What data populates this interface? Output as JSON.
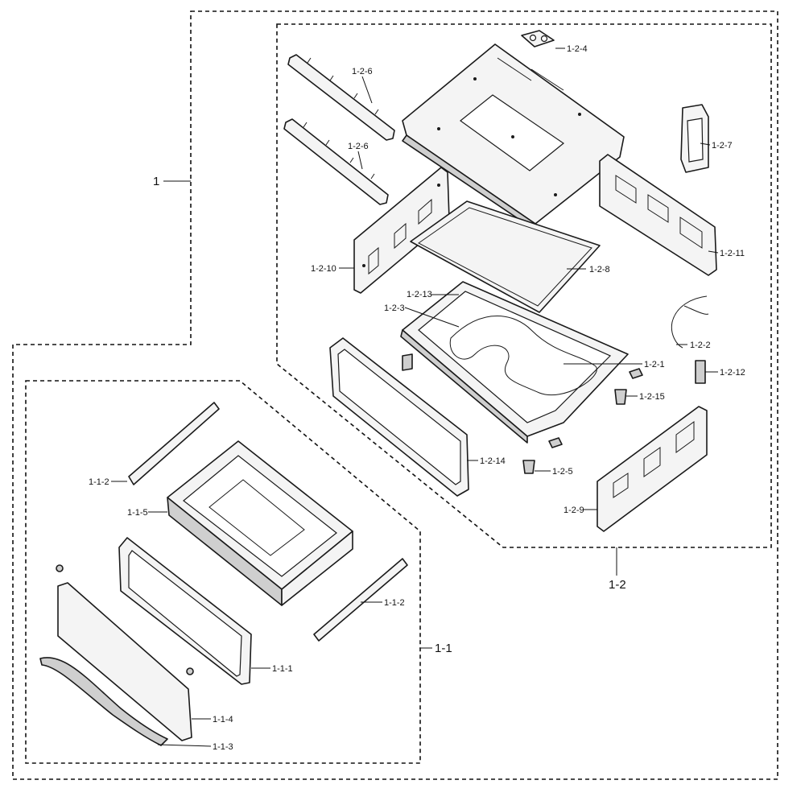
{
  "diagram": {
    "labels": {
      "assembly_1": "1",
      "assembly_1_1": "1-1",
      "assembly_1_2": "1-2",
      "p_1_1_1": "1-1-1",
      "p_1_1_2_top": "1-1-2",
      "p_1_1_2_bottom": "1-1-2",
      "p_1_1_3": "1-1-3",
      "p_1_1_4": "1-1-4",
      "p_1_1_5": "1-1-5",
      "p_1_2_1": "1-2-1",
      "p_1_2_2": "1-2-2",
      "p_1_2_3": "1-2-3",
      "p_1_2_4": "1-2-4",
      "p_1_2_5": "1-2-5",
      "p_1_2_6_top": "1-2-6",
      "p_1_2_6_bottom": "1-2-6",
      "p_1_2_7": "1-2-7",
      "p_1_2_8": "1-2-8",
      "p_1_2_9": "1-2-9",
      "p_1_2_10": "1-2-10",
      "p_1_2_11": "1-2-11",
      "p_1_2_12": "1-2-12",
      "p_1_2_13": "1-2-13",
      "p_1_2_14": "1-2-14",
      "p_1_2_15": "1-2-15"
    }
  }
}
